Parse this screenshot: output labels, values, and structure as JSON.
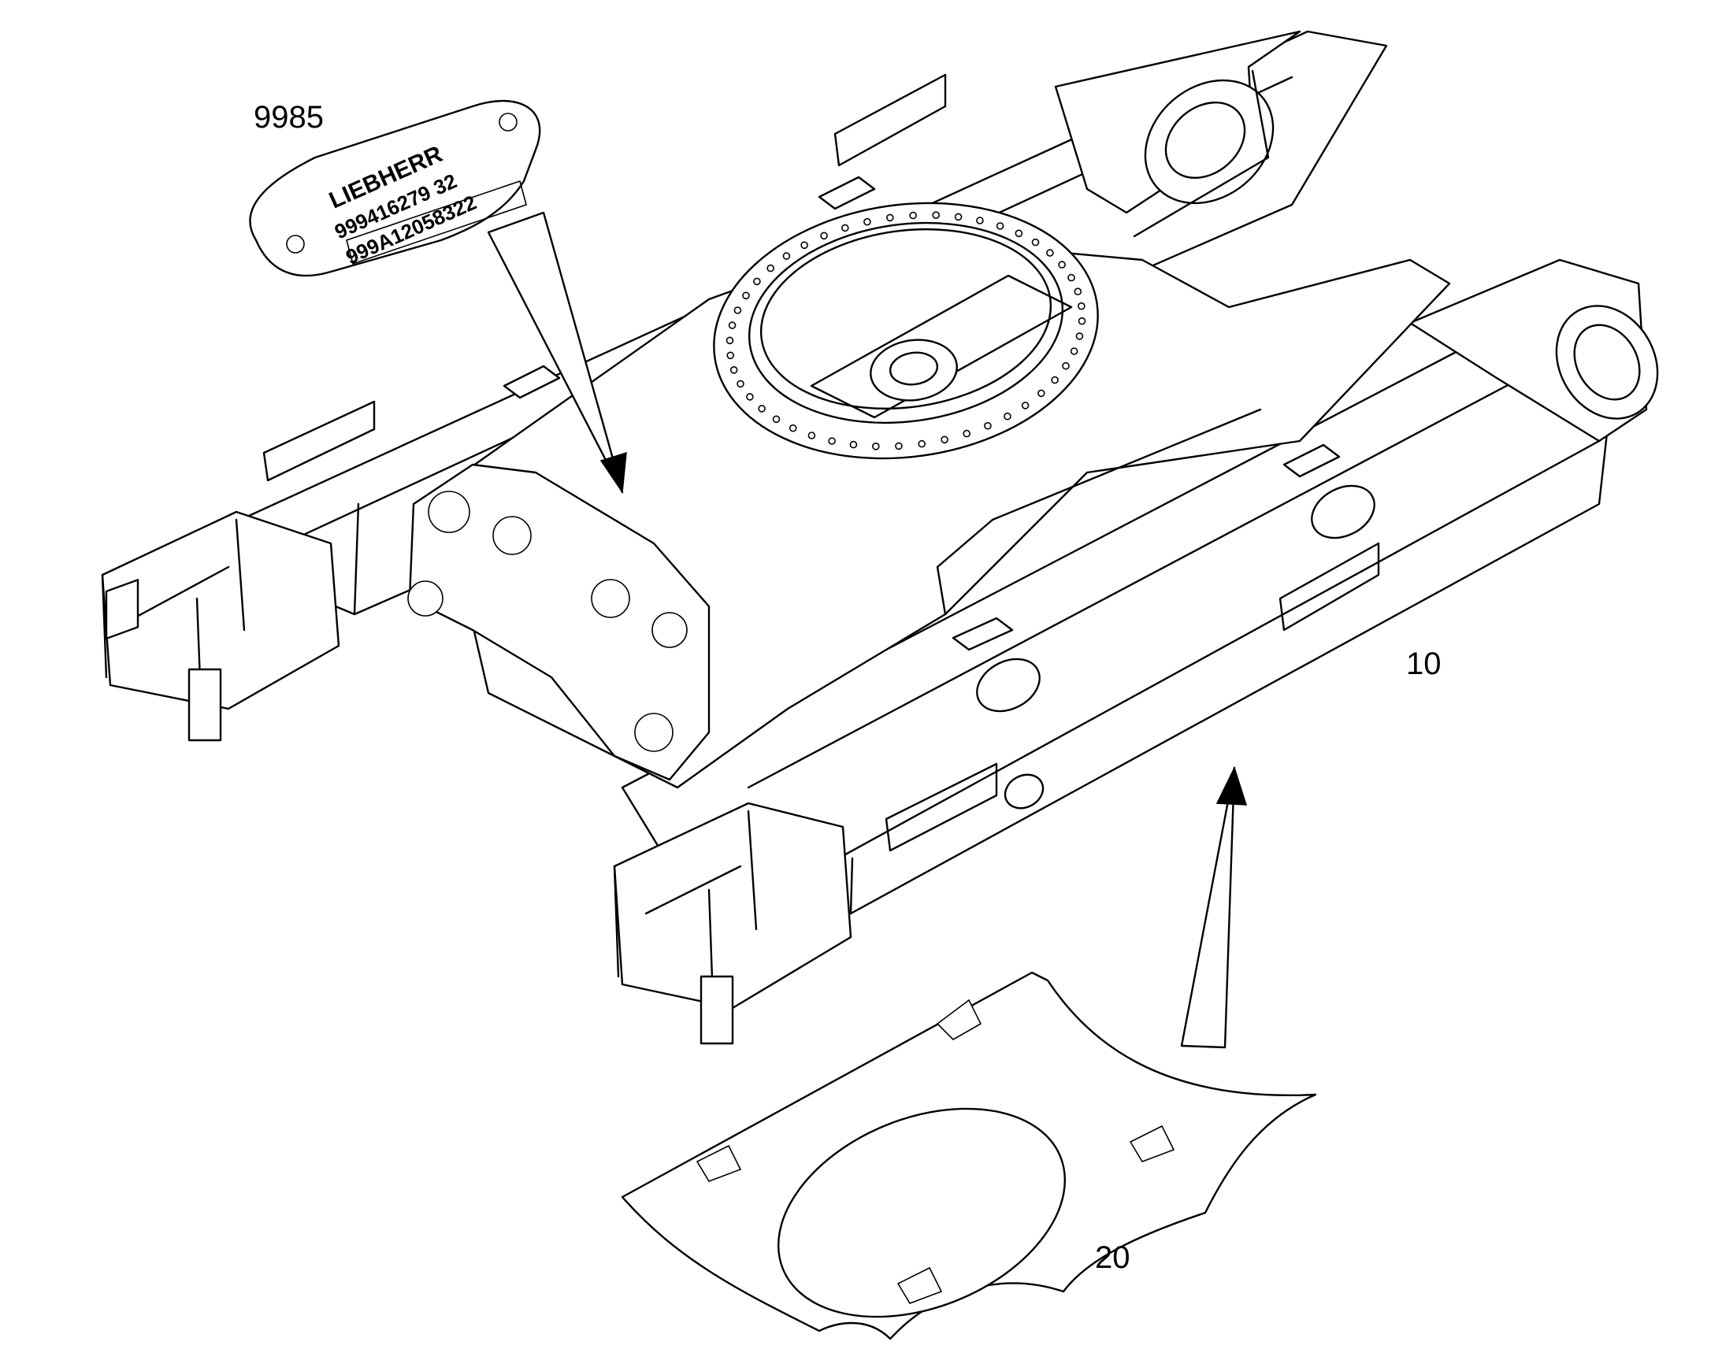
{
  "callouts": {
    "plate": "9985",
    "frame": "10",
    "gasket": "20"
  },
  "plate": {
    "brand": "LIEBHERR",
    "line1": "999416279  32",
    "line2": "999A12058322"
  }
}
